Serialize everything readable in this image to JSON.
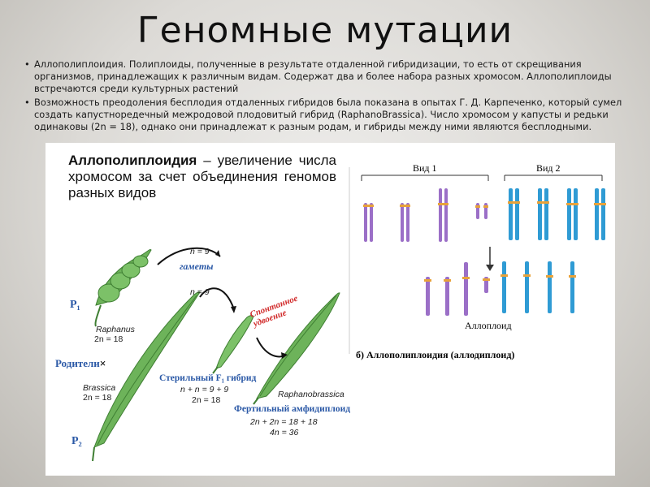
{
  "slide": {
    "title": "Геномные мутации",
    "bullets": [
      "Аллополиплоидия. Полиплоиды, полученные в результате отдаленной гибридизации, то есть от скрещивания организмов, принадлежащих к различным видам. Содержат два и более набора разных хромосом. Аллополиплоиды встречаются среди культурных растений",
      "Возможность преодоления бесплодия отдаленных гибридов была показана в опытах Г. Д. Карпеченко, который сумел создать капустноредечный межродовой плодовитый гибрид (RaphanoBrassica). Число хромосом у капусты и редьки одинаковы (2n = 18), однако они принадлежат к разным родам, и гибриды между ними являются бесплодными."
    ]
  },
  "figure": {
    "heading_bold": "Аллополиплоидия",
    "heading_rest": " – увеличение числа хромосом за счет объединения геномов разных видов",
    "p1": "P₁",
    "raphanus_name": "Raphanus",
    "raphanus_2n": "2n = 18",
    "gamety": "гаметы",
    "n9_top": "n = 9",
    "n9_bottom": "n = 9",
    "parents": "Родители",
    "cross": "×",
    "brassica_name": "Brassica",
    "brassica_2n": "2n = 18",
    "sterile_hybrid": "Стерильный F₁ гибрид",
    "hybrid_n": "n + n = 9 + 9",
    "hybrid_2n": "2n = 18",
    "spontaneous": "Спонтанное удвоение",
    "raphanobrassica": "Raphanobrassica",
    "fertile": "Фертильный амфидиплоид",
    "fertile_2n": "2n + 2n = 18 + 18",
    "fertile_4n": "4n = 36",
    "p2": "P₂",
    "vid1": "Вид 1",
    "vid2": "Вид 2",
    "alloploid": "Аллоплоид",
    "caption": "б) Аллополиплоидия (аллодиплоид)",
    "colors": {
      "purple": "#9b6fc7",
      "blue": "#2f9bd4",
      "green": "#5aa84a",
      "orange": "#e8a23a",
      "red": "#d12b2b",
      "label_blue": "#2a58a6"
    }
  }
}
